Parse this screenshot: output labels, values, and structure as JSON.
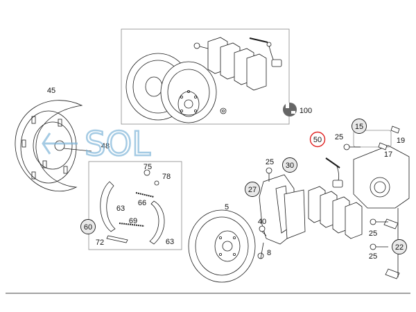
{
  "watermark": {
    "text": "SOL",
    "color": "#7fb6d9"
  },
  "colors": {
    "line": "#1a1a1a",
    "fill": "#ffffff",
    "callout_fill": "#e9e9e9",
    "highlight": "#e02020",
    "box": "#888888"
  },
  "callouts": [
    {
      "id": "c45",
      "label": "45",
      "circled": false
    },
    {
      "id": "c48",
      "label": "48",
      "circled": false
    },
    {
      "id": "c100",
      "label": "100",
      "circled": false
    },
    {
      "id": "c75",
      "label": "75",
      "circled": false
    },
    {
      "id": "c78",
      "label": "78",
      "circled": false
    },
    {
      "id": "c66",
      "label": "66",
      "circled": false
    },
    {
      "id": "c63a",
      "label": "63",
      "circled": false
    },
    {
      "id": "c69",
      "label": "69",
      "circled": false
    },
    {
      "id": "c63b",
      "label": "63",
      "circled": false
    },
    {
      "id": "c60",
      "label": "60",
      "circled": true
    },
    {
      "id": "c72",
      "label": "72",
      "circled": false
    },
    {
      "id": "c5",
      "label": "5",
      "circled": false
    },
    {
      "id": "c50",
      "label": "50",
      "circled": true,
      "highlight": true
    },
    {
      "id": "c15",
      "label": "15",
      "circled": true
    },
    {
      "id": "c25a",
      "label": "25",
      "circled": false
    },
    {
      "id": "c19",
      "label": "19",
      "circled": false
    },
    {
      "id": "c17",
      "label": "17",
      "circled": false
    },
    {
      "id": "c25b",
      "label": "25",
      "circled": false
    },
    {
      "id": "c30",
      "label": "30",
      "circled": true
    },
    {
      "id": "c27",
      "label": "27",
      "circled": true
    },
    {
      "id": "c40",
      "label": "40",
      "circled": false
    },
    {
      "id": "c8",
      "label": "8",
      "circled": false
    },
    {
      "id": "c25c",
      "label": "25",
      "circled": false
    },
    {
      "id": "c22",
      "label": "22",
      "circled": true
    },
    {
      "id": "c25d",
      "label": "25",
      "circled": false
    }
  ]
}
